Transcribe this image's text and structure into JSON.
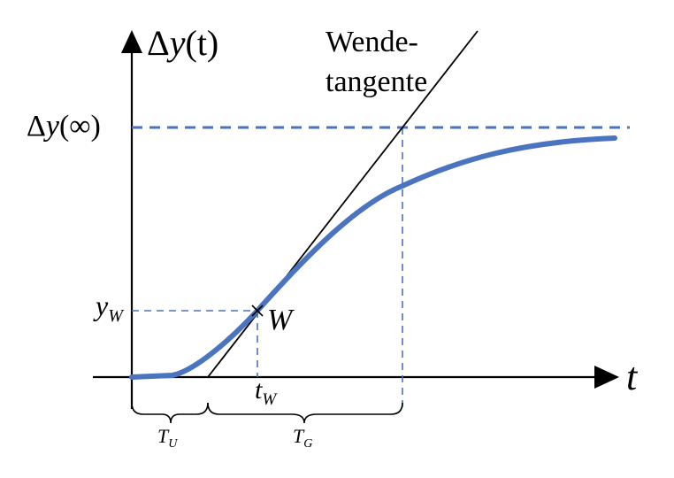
{
  "axes": {
    "y_label_prefix": "Δ",
    "y_label_var": "y",
    "y_label_arg": "(t)",
    "x_label": "t"
  },
  "tangent_label": {
    "line1": "Wende-",
    "line2": "tangente"
  },
  "levels": {
    "final_prefix": "Δ",
    "final_var": "y",
    "final_arg": "(∞)",
    "yw_main": "y",
    "yw_sub": "W"
  },
  "point": {
    "name": "W"
  },
  "time_marks": {
    "tw_main": "t",
    "tw_sub": "W"
  },
  "intervals": {
    "tu_main": "T",
    "tu_sub": "U",
    "tg_main": "T",
    "tg_sub": "G"
  },
  "colors": {
    "curve": "#4a73c0",
    "dashed": "#4a73c0",
    "axis": "#000000"
  }
}
